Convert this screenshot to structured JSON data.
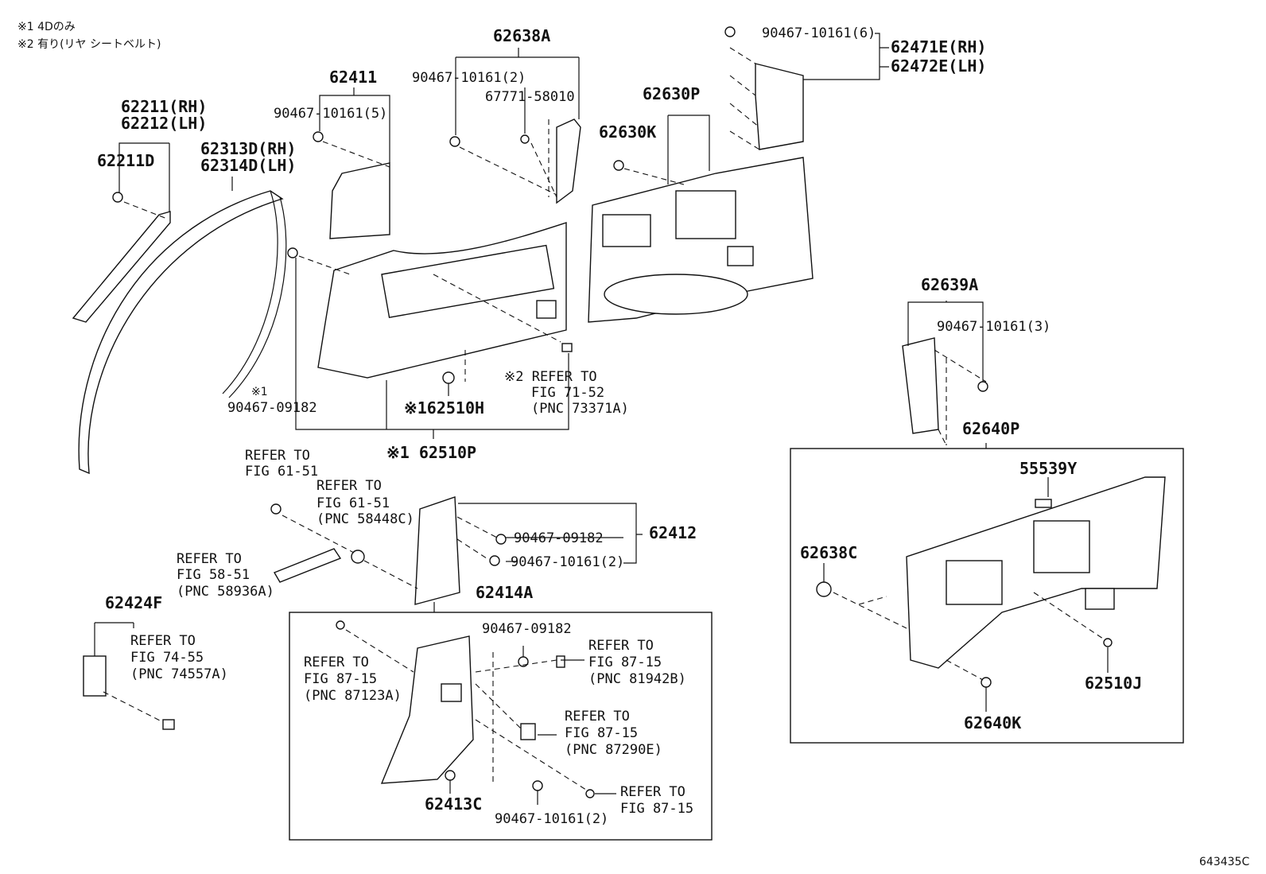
{
  "notes": [
    "※1 4Dのみ",
    "※2 有り(リヤ シートベルト)"
  ],
  "figure_id": "643435C",
  "labels": {
    "l62638A": "62638A",
    "l90467_10161_6": "90467-10161(6)",
    "l62471E": "62471E(RH)",
    "l62472E": "62472E(LH)",
    "l62411": "62411",
    "l90467_10161_2a": "90467-10161(2)",
    "l67771": "67771-58010",
    "l62630P": "62630P",
    "l62211": "62211(RH)",
    "l62212": "62212(LH)",
    "l90467_10161_5": "90467-10161(5)",
    "l62630K": "62630K",
    "l62313D": "62313D(RH)",
    "l62314D": "62314D(LH)",
    "l62211D": "62211D",
    "l62639A": "62639A",
    "l90467_10161_3": "90467-10161(3)",
    "refer_71_1": "※2 REFER TO",
    "refer_71_2": "FIG 71-52",
    "refer_71_3": "(PNC 73371A)",
    "n1_mark": "※1",
    "l90467_09182a": "90467-09182",
    "l62510H": "※162510H",
    "l62510P": "※1 62510P",
    "l62640P": "62640P",
    "l55539Y": "55539Y",
    "refer_61a_1": "REFER TO",
    "refer_61a_2": "FIG 61-51",
    "refer_61b_1": "REFER TO",
    "refer_61b_2": "FIG 61-51",
    "refer_61b_3": "(PNC 58448C)",
    "l90467_09182b": "90467-09182",
    "l62412": "62412",
    "l90467_10161_2b": "90467-10161(2)",
    "refer_58_1": "REFER TO",
    "refer_58_2": "FIG 58-51",
    "refer_58_3": "(PNC 58936A)",
    "l62638C": "62638C",
    "l62414A": "62414A",
    "l62424F": "62424F",
    "refer_74_1": "REFER TO",
    "refer_74_2": "FIG 74-55",
    "refer_74_3": "(PNC 74557A)",
    "l90467_09182c": "90467-09182",
    "refer_87a_1": "REFER TO",
    "refer_87a_2": "FIG 87-15",
    "refer_87a_3": "(PNC 81942B)",
    "refer_87b_1": "REFER TO",
    "refer_87b_2": "FIG 87-15",
    "refer_87b_3": "(PNC 87123A)",
    "l62510J": "62510J",
    "refer_87c_1": "REFER TO",
    "refer_87c_2": "FIG 87-15",
    "refer_87c_3": "(PNC 87290E)",
    "l62640K": "62640K",
    "refer_87d_1": "REFER TO",
    "refer_87d_2": "FIG 87-15",
    "l62413C": "62413C",
    "l90467_10161_2c": "90467-10161(2)"
  }
}
